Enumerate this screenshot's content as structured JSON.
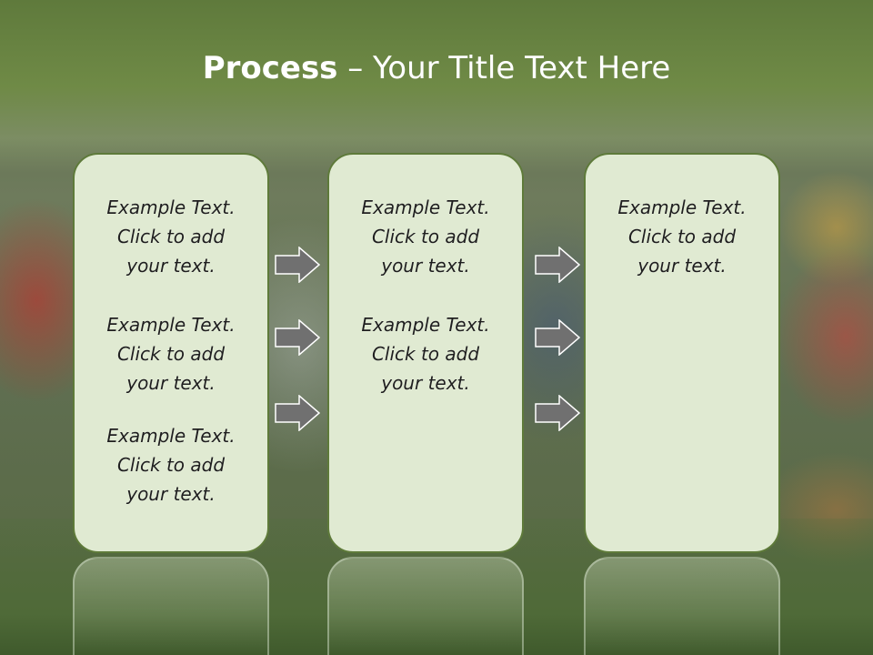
{
  "slide": {
    "title_bold": "Process",
    "title_rest": "  – Your Title Text Here"
  },
  "columns": [
    {
      "texts": [
        [
          "Example Text.",
          "Click  to add",
          "your text."
        ],
        [
          "Example Text.",
          "Click  to add",
          "your text."
        ],
        [
          "Example Text.",
          "Click  to add",
          "your text."
        ]
      ]
    },
    {
      "texts": [
        [
          "Example Text.",
          "Click  to add",
          "your text."
        ],
        [
          "Example Text.",
          "Click  to add",
          "your text."
        ]
      ]
    },
    {
      "texts": [
        [
          "Example Text.",
          "Click  to add",
          "your text."
        ]
      ]
    }
  ],
  "colors": {
    "header": "#6f8a46",
    "box_fill": "#e0ead2",
    "box_border": "#5e7a3a",
    "arrow_fill": "#707070"
  },
  "icons": [
    "right-arrow-icon"
  ]
}
